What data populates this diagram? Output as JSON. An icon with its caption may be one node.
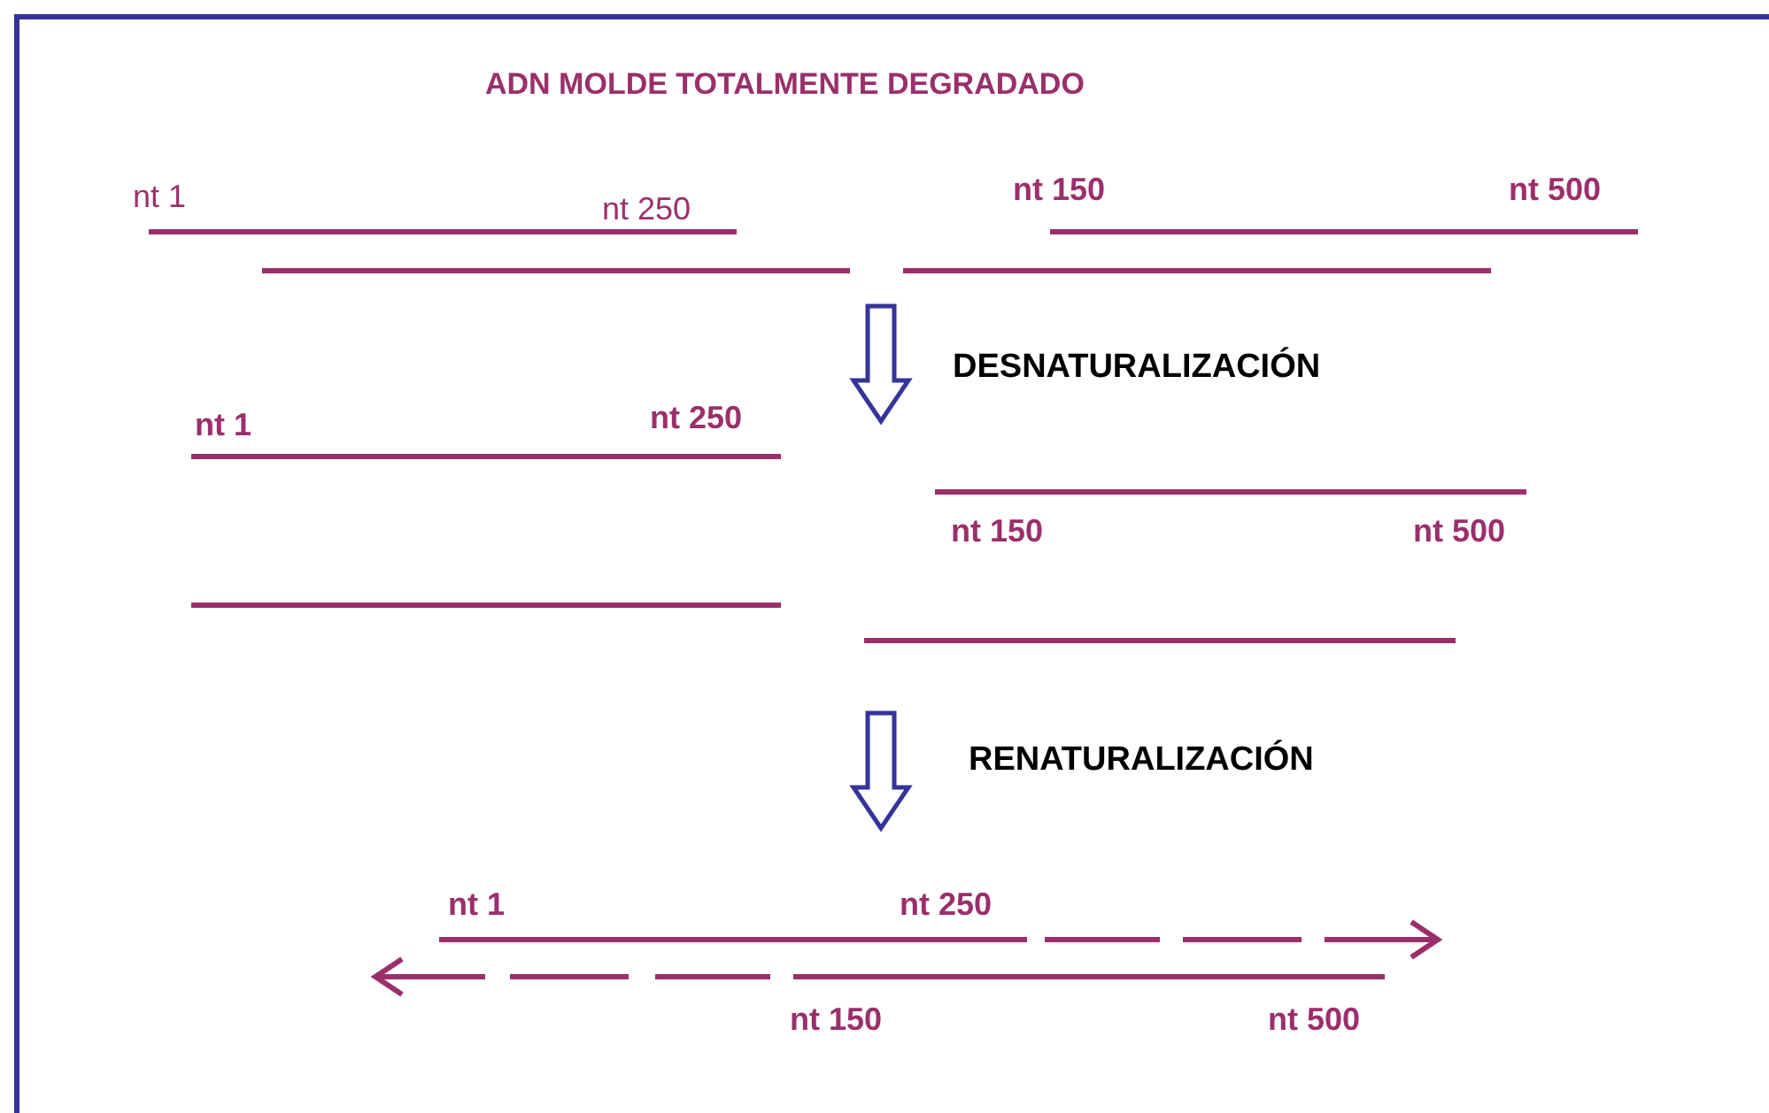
{
  "diagram": {
    "title": "ADN MOLDE TOTALMENTE DEGRADADO",
    "labels": [
      "nt 1",
      "nt 250",
      "nt 150",
      "nt 500",
      "DESNATURALIZACIÓN",
      "nt 1",
      "nt 250",
      "nt 150",
      "nt 500",
      "RENATURALIZACIÓN",
      "nt 1",
      "nt 250",
      "nt 150",
      "nt 500"
    ]
  }
}
